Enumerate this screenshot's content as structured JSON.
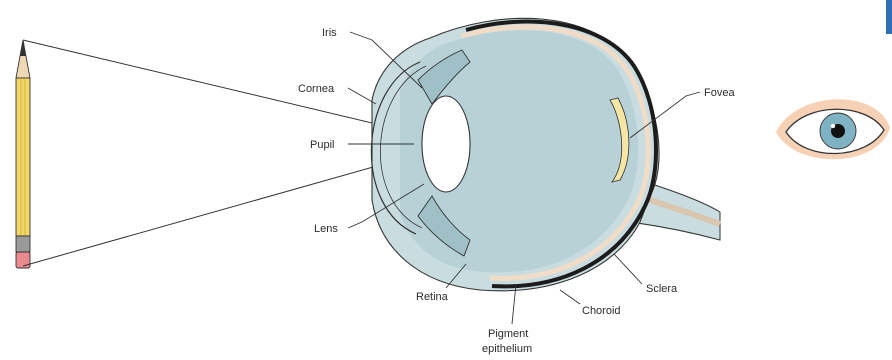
{
  "labels": {
    "iris": "Iris",
    "cornea": "Cornea",
    "pupil": "Pupil",
    "lens": "Lens",
    "fovea": "Fovea",
    "retina": "Retina",
    "pigment_line1": "Pigment",
    "pigment_line2": "epithelium",
    "choroid": "Choroid",
    "sclera": "Sclera"
  },
  "colors": {
    "sclera_fill": "#c9dde0",
    "vitreous_fill": "#b7d1d6",
    "choroid_stroke": "#1c1c1c",
    "retina_fill": "#f1dcc8",
    "pencil_body": "#f2d766",
    "pencil_eraser": "#e88a8e",
    "iris_icon": "#7fb3c4",
    "skin": "#f6c9a8"
  }
}
